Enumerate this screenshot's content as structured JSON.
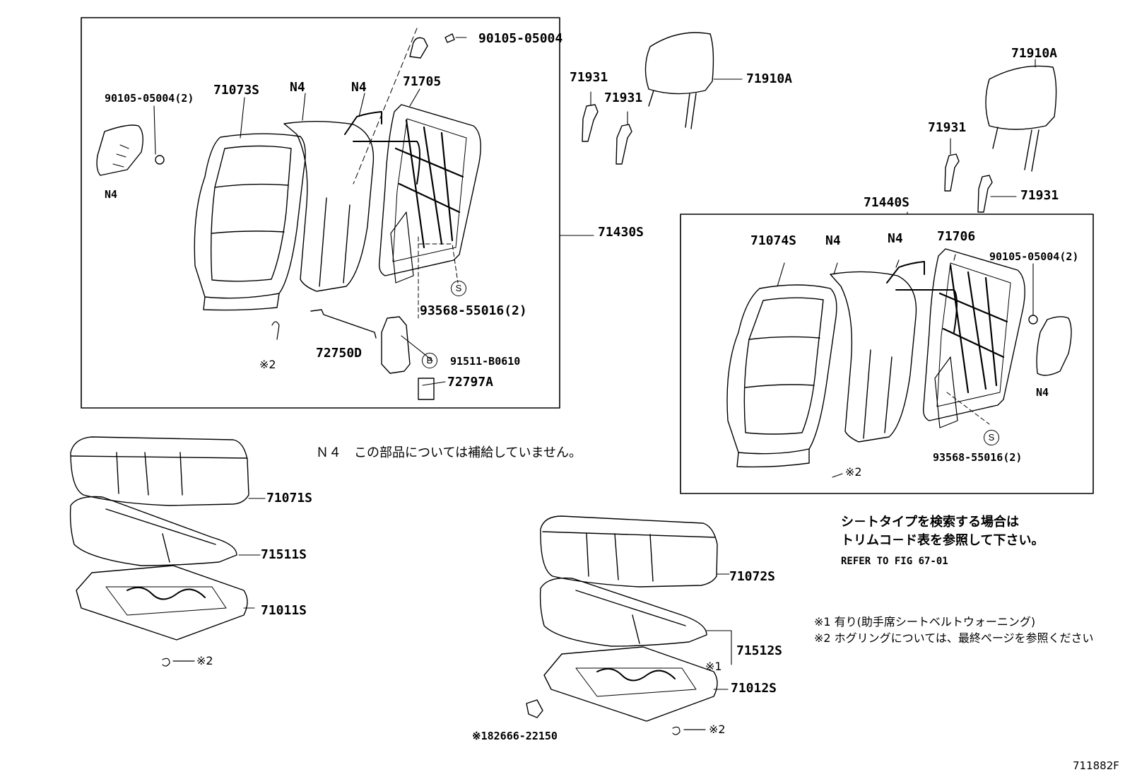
{
  "labels": {
    "p90105_05004_top": "90105-05004",
    "p90105_05004_2_left": "90105-05004(2)",
    "p71073S": "71073S",
    "n4_a": "N4",
    "n4_b": "N4",
    "p71705": "71705",
    "n4_c": "N4",
    "p71430S": "71430S",
    "circle_s_left": "S",
    "p93568_55016_2_left": "93568-55016(2)",
    "p72750D": "72750D",
    "circle_b": "B",
    "p91511_B0610": "91511-B0610",
    "p72797A": "72797A",
    "note2_left_seatback": "※2",
    "p71931_a": "71931",
    "p71931_b": "71931",
    "p71910A_a": "71910A",
    "p71910A_b": "71910A",
    "p71931_c": "71931",
    "p71931_d": "71931",
    "p71440S": "71440S",
    "p71074S": "71074S",
    "n4_d": "N4",
    "n4_e": "N4",
    "p71706": "71706",
    "p90105_05004_2_right": "90105-05004(2)",
    "n4_f": "N4",
    "circle_s_right": "S",
    "p93568_55016_2_right": "93568-55016(2)",
    "note2_right_seatback": "※2",
    "p71071S": "71071S",
    "p71511S": "71511S",
    "p71011S": "71011S",
    "note2_left_cushion": "※2",
    "p71072S": "71072S",
    "p71512S": "71512S",
    "note1_cushion": "※1",
    "p71012S": "71012S",
    "note2_right_cushion": "※2",
    "p82666_22150": "※182666-22150",
    "code": "711882F"
  },
  "notes": {
    "n4_note": "Ｎ４　この部品については補給していません。",
    "seat_type_line1": "シ－トタイプを検索する場合は",
    "seat_type_line2": "トリムコ－ド表を参照して下さい。",
    "refer": "REFER TO FIG 67-01",
    "footnote1": "※1 有り(助手席シートベルトウォーニング)",
    "footnote2": "※2 ホグリングについては、最終ページを参照ください"
  }
}
